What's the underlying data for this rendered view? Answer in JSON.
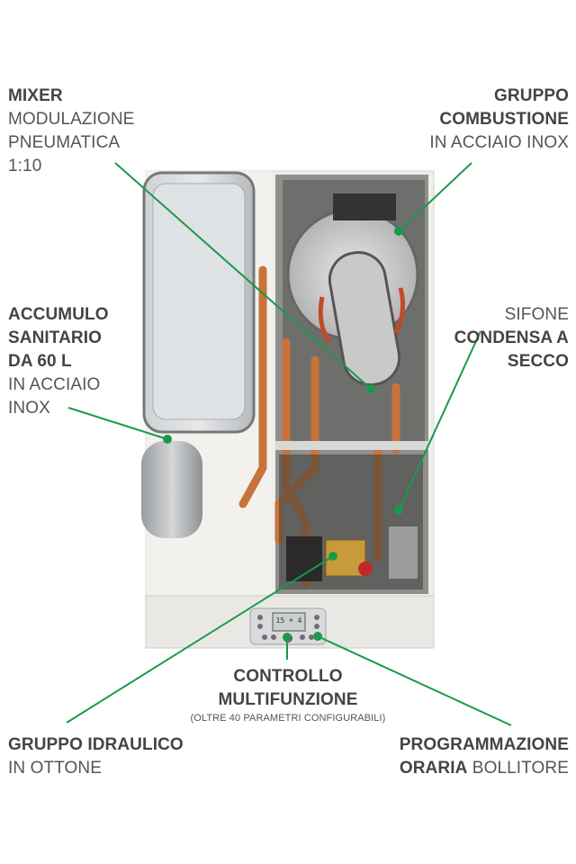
{
  "labels": {
    "mixer": {
      "bold": "MIXER",
      "lines": [
        "MODULAZIONE",
        "PNEUMATICA",
        "1:10"
      ]
    },
    "combustione": {
      "bold_lines": [
        "GRUPPO",
        "COMBUSTIONE"
      ],
      "lines": [
        "IN ACCIAIO INOX"
      ]
    },
    "accumulo": {
      "bold_lines": [
        "ACCUMULO",
        "SANITARIO",
        "DA 60 L"
      ],
      "lines": [
        "IN ACCIAIO",
        "INOX"
      ]
    },
    "sifone": {
      "lines_top": [
        "SIFONE"
      ],
      "bold_lines": [
        "CONDENSA A",
        "SECCO"
      ]
    },
    "controllo": {
      "bold_lines": [
        "CONTROLLO",
        "MULTIFUNZIONE"
      ],
      "note": "(OLTRE 40 PARAMETRI CONFIGURABILI)"
    },
    "idraulico": {
      "bold": "GRUPPO IDRAULICO",
      "line": "IN OTTONE"
    },
    "programmazione": {
      "bold_line1": "PROGRAMMAZIONE",
      "bold_line2": "ORARIA",
      "normal_line2": "BOLLITORE"
    }
  },
  "display": {
    "readout": "15 ☀ 4"
  },
  "colors": {
    "leader": "#1a9a49",
    "copper": "#c8733a",
    "panel": "#e9e8e4"
  }
}
